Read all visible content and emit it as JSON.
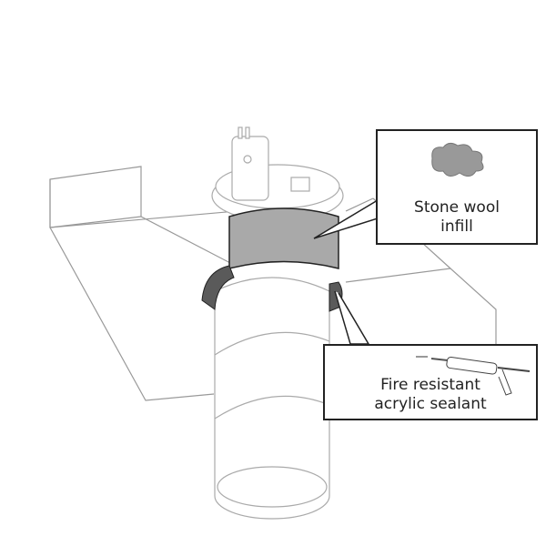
{
  "callouts": {
    "stone_wool": {
      "line1": "Stone wool",
      "line2": "infill"
    },
    "sealant": {
      "line1": "Fire resistant",
      "line2": "acrylic sealant"
    }
  },
  "colors": {
    "infill": "#a9a9a9",
    "sealant": "#5a5a5a",
    "line": "#999999",
    "outline": "#222222"
  }
}
